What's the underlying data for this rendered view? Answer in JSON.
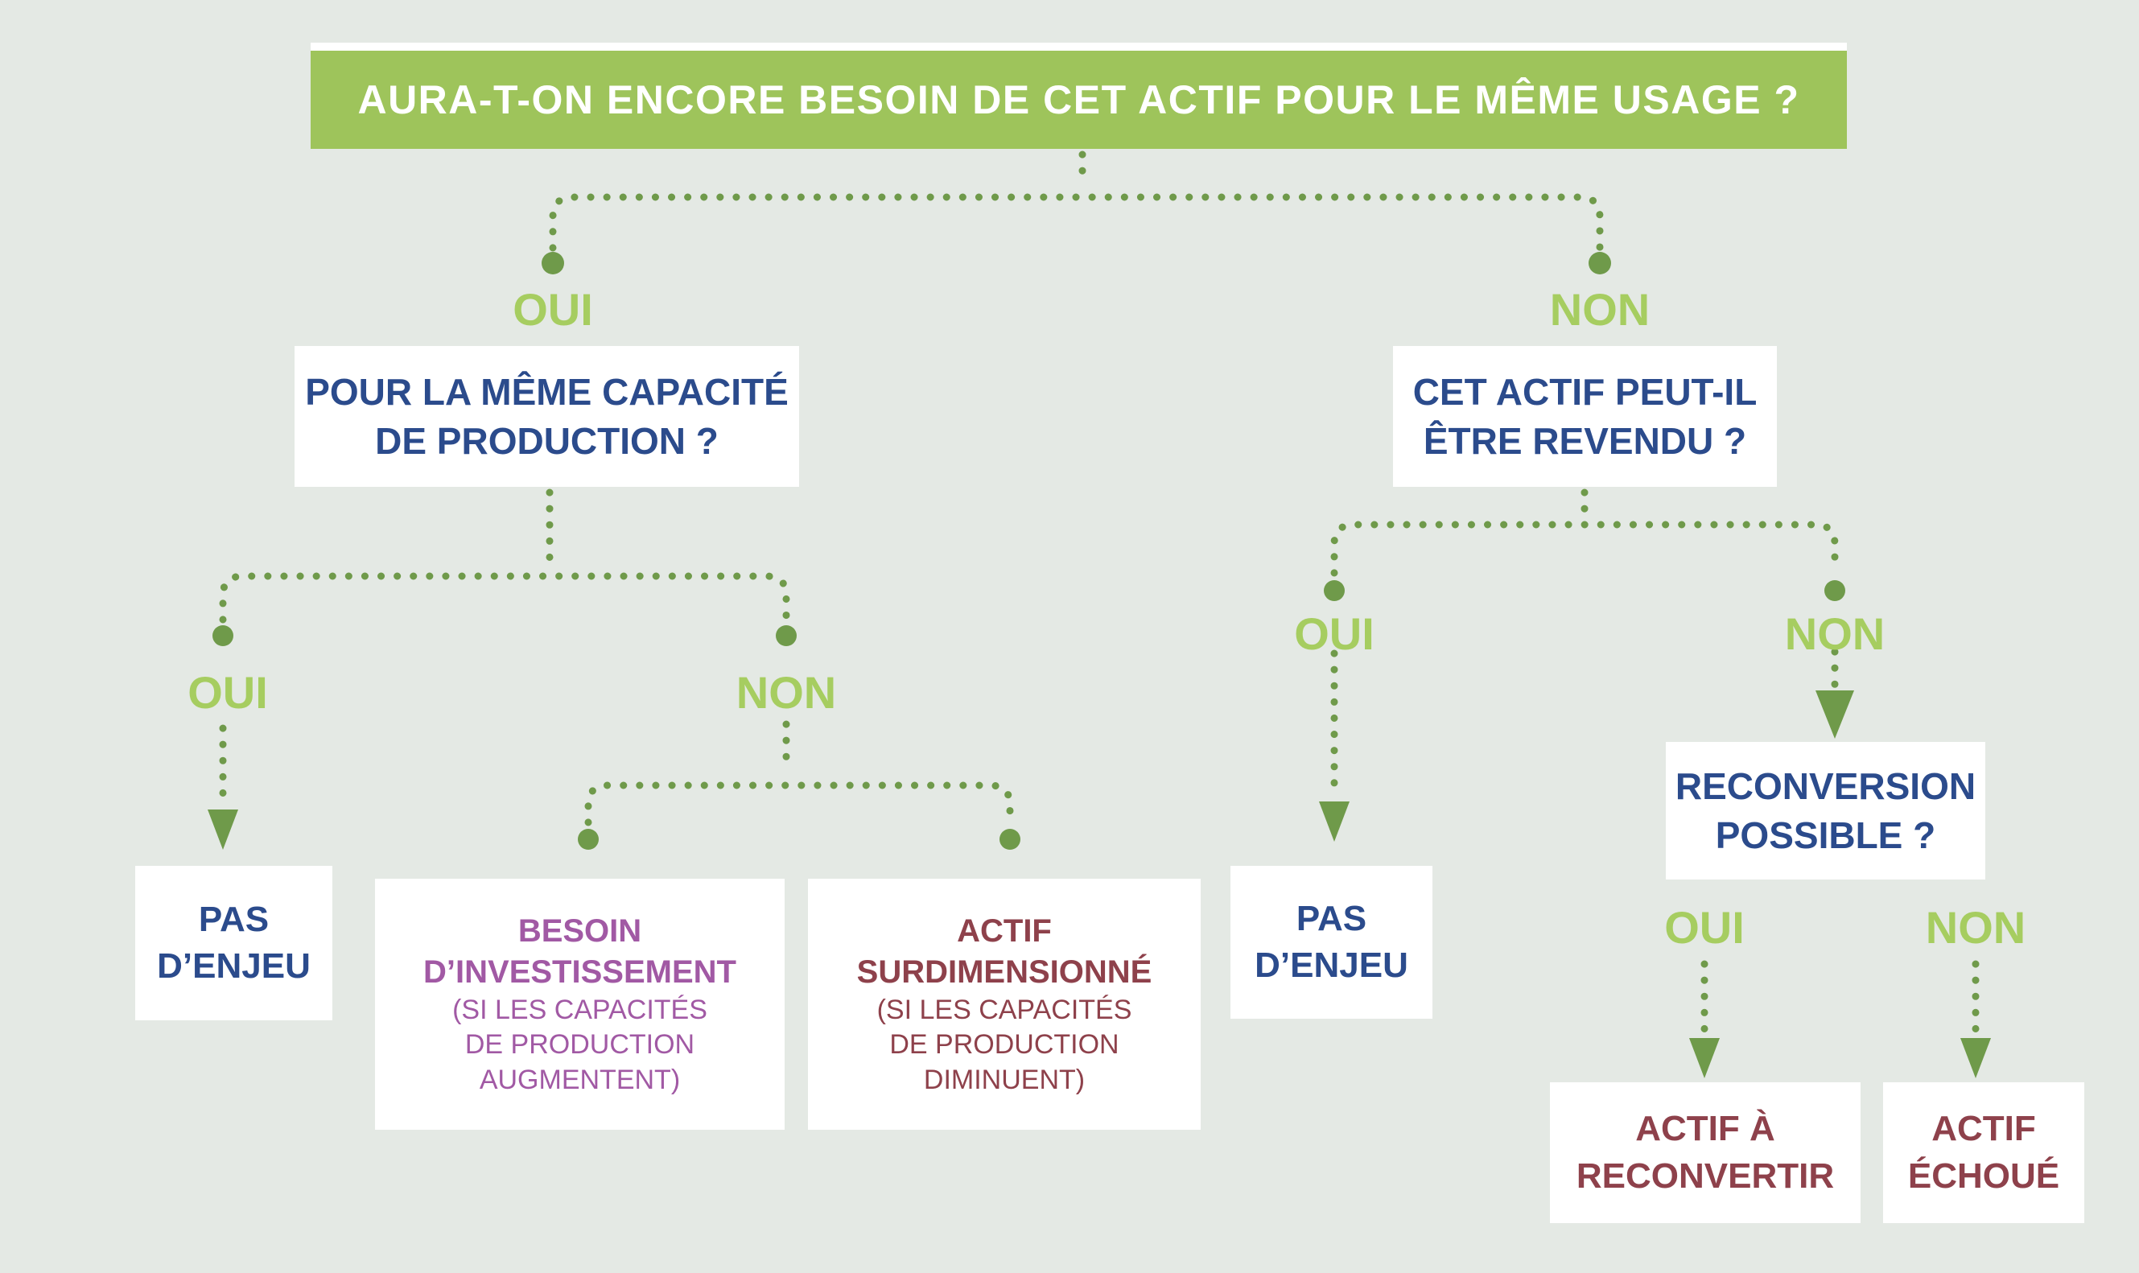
{
  "palette": {
    "background": "#e4e9e4",
    "banner_green": "#9ec45b",
    "label_green": "#a6cd60",
    "connector_green": "#6f9a4a",
    "question_blue": "#2b4b8c",
    "investment_purple": "#a159a4",
    "outcome_wine": "#8e414b",
    "box_white": "#ffffff"
  },
  "banner": {
    "label": "AURA-T-ON ENCORE BESOIN DE CET ACTIF POUR LE MÊME USAGE ?"
  },
  "labels": {
    "l1_oui": "OUI",
    "l1_non": "NON",
    "l2_oui": "OUI",
    "l2_non": "NON",
    "r_oui": "OUI",
    "r_non": "NON",
    "rc_oui": "OUI",
    "rc_non": "NON"
  },
  "nodes": {
    "q_capacity": {
      "line1": "POUR LA MÊME CAPACITÉ",
      "line2": "DE PRODUCTION ?"
    },
    "q_resale": {
      "line1": "CET ACTIF PEUT-IL",
      "line2": "ÊTRE REVENDU ?"
    },
    "no_stake_left": {
      "line1": "PAS",
      "line2": "D’ENJEU"
    },
    "investment": {
      "title1": "BESOIN",
      "title2": "D’INVESTISSEMENT",
      "sub1": "(SI LES CAPACITÉS",
      "sub2": "DE PRODUCTION",
      "sub3": "AUGMENTENT)"
    },
    "oversized": {
      "title1": "ACTIF",
      "title2": "SURDIMENSIONNÉ",
      "sub1": "(SI LES CAPACITÉS",
      "sub2": "DE PRODUCTION",
      "sub3": "DIMINUENT)"
    },
    "no_stake_right": {
      "line1": "PAS",
      "line2": "D’ENJEU"
    },
    "q_reconversion": {
      "line1": "RECONVERSION",
      "line2": "POSSIBLE ?"
    },
    "to_reconvert": {
      "line1": "ACTIF À",
      "line2": "RECONVERTIR"
    },
    "stranded": {
      "line1": "ACTIF",
      "line2": "ÉCHOUÉ"
    }
  }
}
